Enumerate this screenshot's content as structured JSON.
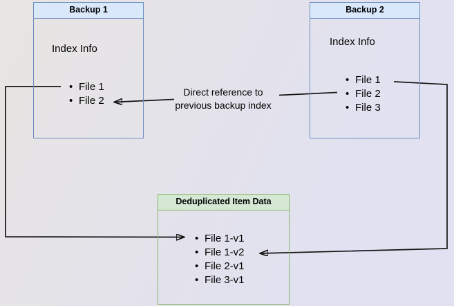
{
  "canvas": {
    "background_gradient_start": "#e8e5e2",
    "background_gradient_end": "#e1e1f2",
    "connector_color": "#141414"
  },
  "boxes": {
    "backup1": {
      "title": "Backup 1",
      "header_bg": "#dae8fc",
      "border_color": "#6c8ebf",
      "section_label": "Index Info",
      "items": [
        "File 1",
        "File 2"
      ]
    },
    "backup2": {
      "title": "Backup 2",
      "header_bg": "#dae8fc",
      "border_color": "#6c8ebf",
      "section_label": "Index Info",
      "items": [
        "File 1",
        "File 2",
        "File 3"
      ]
    },
    "dedup": {
      "title": "Deduplicated Item Data",
      "header_bg": "#d5e8d4",
      "border_color": "#82b366",
      "items": [
        "File 1-v1",
        "File 1-v2",
        "File 2-v1",
        "File 3-v1"
      ]
    }
  },
  "annotation": {
    "line1": "Direct reference to",
    "line2": "previous backup index"
  }
}
